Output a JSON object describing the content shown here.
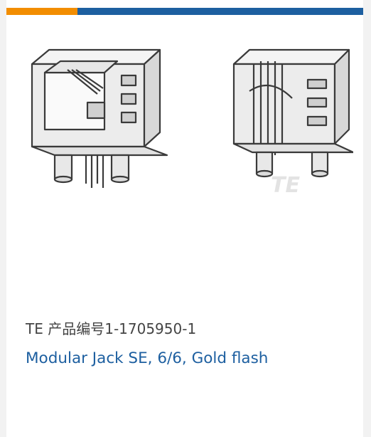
{
  "colors": {
    "accent": "#f28d00",
    "brand": "#1d5fa0",
    "text": "#444444"
  },
  "product": {
    "images": [
      {
        "icon": "modular-jack-front-view-image"
      },
      {
        "icon": "modular-jack-cutaway-view-image",
        "watermark": "TE"
      }
    ],
    "part_number_label": "TE 产品编号",
    "part_number": "1-1705950-1",
    "title": "Modular Jack SE, 6/6, Gold flash"
  }
}
